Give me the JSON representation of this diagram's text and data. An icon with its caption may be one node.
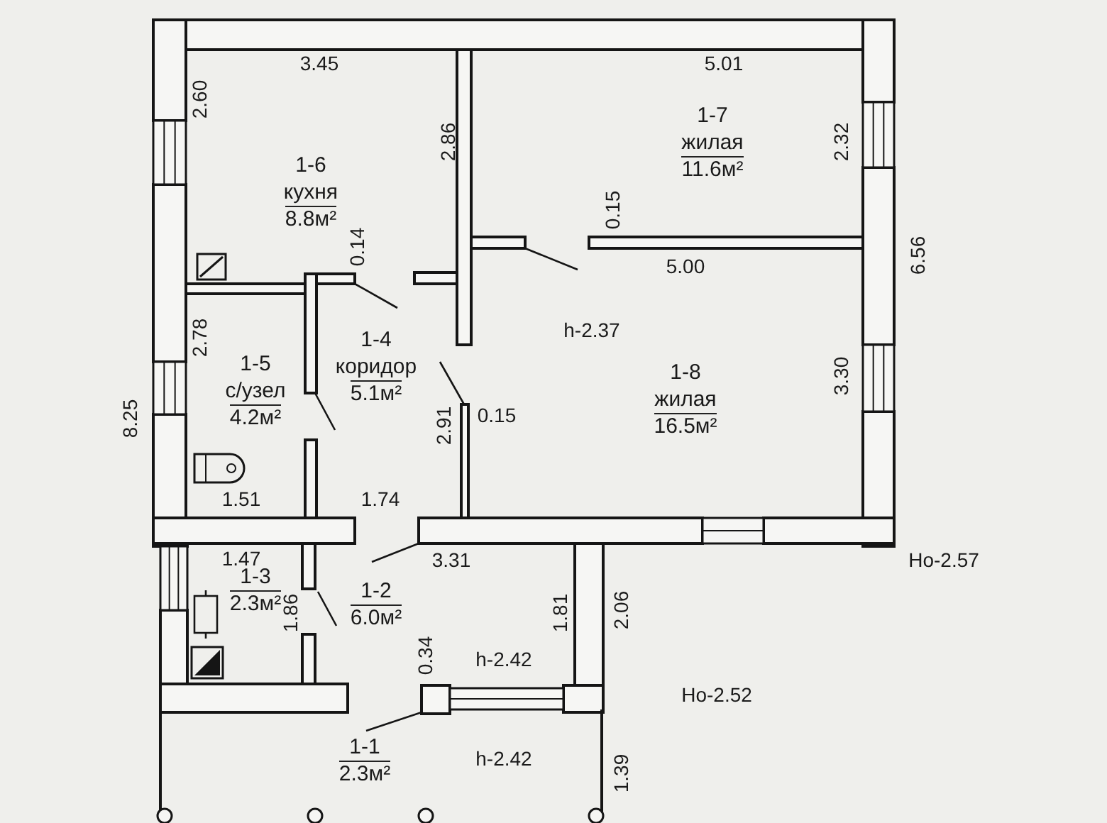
{
  "diagram": {
    "nodes": [
      {
        "text": [
          "1-6",
          "кухня",
          "8.8м²"
        ]
      },
      {
        "text": [
          "1-7",
          "жилая",
          "11.6м²"
        ]
      },
      {
        "text": [
          "1-5",
          "с/узел",
          "4.2м²"
        ]
      },
      {
        "text": [
          "1-4",
          "коридор",
          "5.1м²"
        ]
      },
      {
        "text": [
          "1-8",
          "жилая",
          "16.5м²"
        ]
      },
      {
        "text": [
          "1-3",
          "2.3м²"
        ]
      },
      {
        "text": [
          "1-2",
          "6.0м²"
        ]
      },
      {
        "text": [
          "1-1",
          "2.3м²"
        ]
      }
    ],
    "labels": [
      "3.45",
      "5.01",
      "2.60",
      "2.86",
      "2.32",
      "0.15",
      "0.14",
      "6.56",
      "5.00",
      "h-2.37",
      "2.78",
      "3.30",
      "0.15",
      "8.25",
      "2.91",
      "1.51",
      "1.74",
      "1.47",
      "3.31",
      "Ho-2.57",
      "1.86",
      "1.81",
      "2.06",
      "0.34",
      "h-2.42",
      "Ho-2.52",
      "h-2.42",
      "1.39"
    ]
  }
}
